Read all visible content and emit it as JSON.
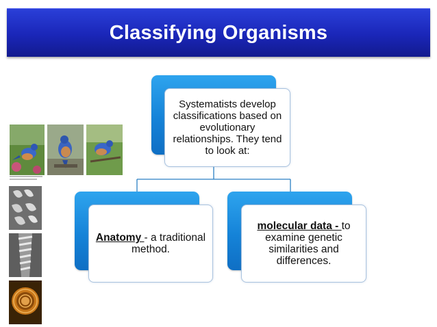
{
  "slide": {
    "title": "Classifying Organisms"
  },
  "diagram": {
    "root_text": "Systematists develop classifications based on evolutionary relationships. They tend to look at:",
    "left_child": {
      "bold_underlined": "Anatomy ",
      "rest": "- a traditional method."
    },
    "right_child": {
      "bold_underlined": "molecular data - ",
      "rest": "to examine genetic similarities and differences."
    }
  },
  "images": {
    "birds": [
      "bluebird-photo-1",
      "bluebird-photo-2",
      "bluebird-photo-3"
    ],
    "micrographs": [
      "scale-micrograph-1",
      "scale-micrograph-2",
      "pollen-micrograph"
    ]
  },
  "colors": {
    "title_bar": "#1a26b8",
    "node_blue": "#1583d8",
    "connector": "#2a7fc4"
  }
}
